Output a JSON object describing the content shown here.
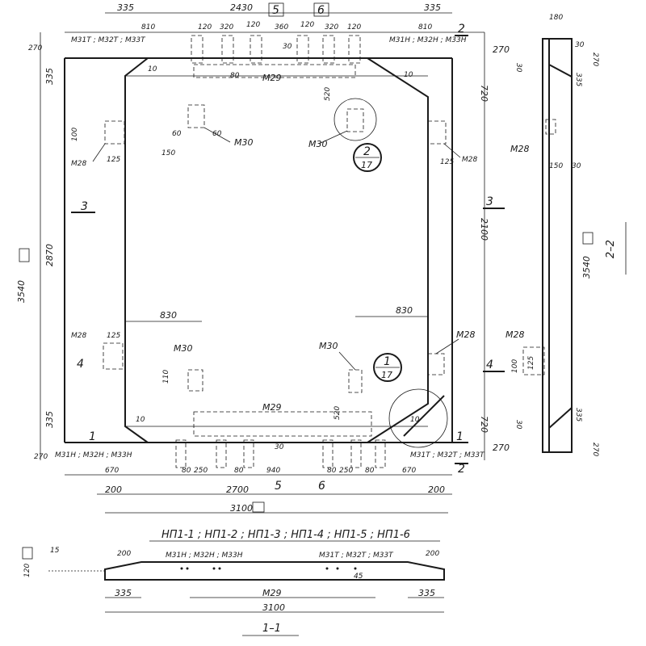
{
  "plan": {
    "dims_top_row1": [
      "335",
      "2430",
      "335"
    ],
    "dims_top_row2": [
      "810",
      "120",
      "320",
      "120",
      "360",
      "120",
      "320",
      "120",
      "810"
    ],
    "dims_left": [
      "270",
      "335",
      "2870",
      "335",
      "270"
    ],
    "dims_left_total": "3540",
    "dims_right": [
      "270",
      "720",
      "2100",
      "720",
      "270"
    ],
    "dims_bottom_row1": [
      "670",
      "80",
      "250",
      "80",
      "940",
      "80",
      "250",
      "80",
      "670"
    ],
    "dims_bottom_row2": [
      "200",
      "2700",
      "200"
    ],
    "dims_bottom_total": "3100",
    "dim_830_left": "830",
    "dim_830_right": "830",
    "dim_520_top": "520",
    "dim_520_bottom": "520",
    "dim_125_right": "125",
    "dim_125_left_top": "125",
    "dim_125_left_bottom": "125",
    "dim_60": "60",
    "dim_80": "80",
    "dim_10": "10",
    "dim_30": "30",
    "dim_100": "100",
    "dim_110": "110",
    "dim_150_left": "150",
    "embed_top": "М31Т ; М32Т ; М33Т",
    "embed_top_right": "М31Н ; М32Н ; М33Н",
    "embed_bottom_left": "М31Н ; М32Н ; М33Н",
    "embed_bottom_right": "М31Т ; М32Т ; М33Т",
    "m29_top": "М29",
    "m29_bottom": "М29",
    "m30_a": "М30",
    "m30_b": "М30",
    "m30_c": "М30",
    "m30_d": "М30",
    "m28_right_top": "М28",
    "m28_right_bottom": "М28",
    "m28_left_top": "М28",
    "m28_left_bottom": "М28",
    "sec_5": "5",
    "sec_6": "6",
    "sec_2": "2",
    "sec_3": "3",
    "sec_4": "4",
    "sec_1": "1",
    "callout_a_num": "2",
    "callout_a_den": "17",
    "callout_b_num": "1",
    "callout_b_den": "17"
  },
  "side_section": {
    "title": "2–2",
    "dims_top": [
      "180",
      "30",
      "270",
      "30"
    ],
    "dim_335_top": "335",
    "dim_335_bottom": "335",
    "dim_150": "150",
    "dim_30": "30",
    "dim_total": "3540",
    "dim_bottom": [
      "30",
      "270"
    ],
    "dim_125": "125",
    "dim_100": "100",
    "m28_a": "М28",
    "m28_b": "М28"
  },
  "bottom_section": {
    "mark_list": "НП1-1 ; НП1-2 ; НП1-3 ; НП1-4 ; НП1-5 ; НП1-6",
    "embed_left": "М31Н ; М32Н ; М33Н",
    "embed_right": "М31Т ; М32Т ; М33Т",
    "m29": "М29",
    "dim_200_left": "200",
    "dim_200_right": "200",
    "dim_335_left": "335",
    "dim_335_right": "335",
    "dim_total": "3100",
    "dim_45": "45",
    "dim_15": "15",
    "dim_120": "120",
    "title": "1–1"
  }
}
